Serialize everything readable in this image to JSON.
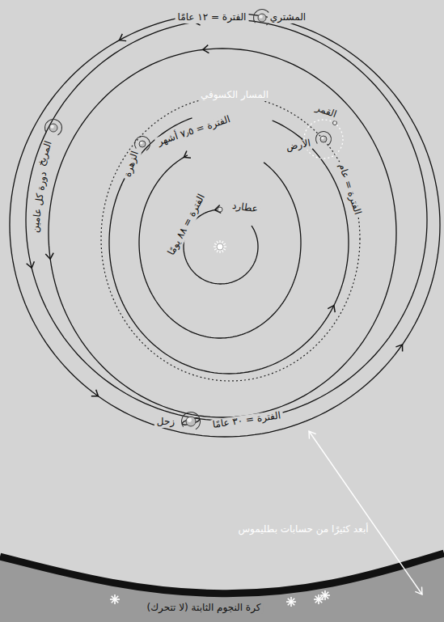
{
  "diagram": {
    "labels": [
      "الفترة = ١٢ عامًا",
      "المشتري",
      "المسار الكسوفي",
      "القمر",
      "الأرض",
      "الفترة = ٧٫٥ أشهر",
      "الفترة = ٨٨ يومًا",
      "عطارد",
      "الفترة = عام",
      "الزهرة",
      "المريخ",
      "دورة كل عامين",
      "زحل",
      "الفترة = ٣٠ عامًا",
      "أبعد كثيرًا من حسابات بطليموس",
      "كرة النجوم الثابتة (لا تتحرك)"
    ]
  }
}
